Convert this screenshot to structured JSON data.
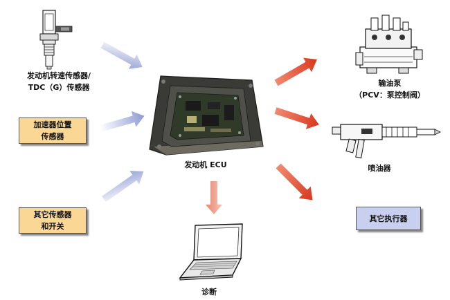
{
  "inputs": {
    "speed_sensor": {
      "line1": "发动机转速传感器/",
      "line2": "TDC（G）传感器"
    },
    "accel_sensor": {
      "line1": "加速器位置",
      "line2": "传感器"
    },
    "other_sensors": {
      "line1": "其它传感器",
      "line2": "和开关"
    }
  },
  "center": {
    "ecu_label": "发动机 ECU"
  },
  "outputs": {
    "pump": {
      "line1": "输油泵",
      "line2": "（PCV：泵控制阀）"
    },
    "injector": {
      "label": "喷油器"
    },
    "other_actuators": {
      "label": "其它执行器"
    },
    "diagnosis": {
      "label": "诊断"
    }
  },
  "colors": {
    "input_arrow": "#8e9bd1",
    "output_arrow": "#e0452e",
    "diag_arrow": "#e8836e",
    "orange_box": "#fbd796",
    "blue_box": "#c9cfee"
  }
}
